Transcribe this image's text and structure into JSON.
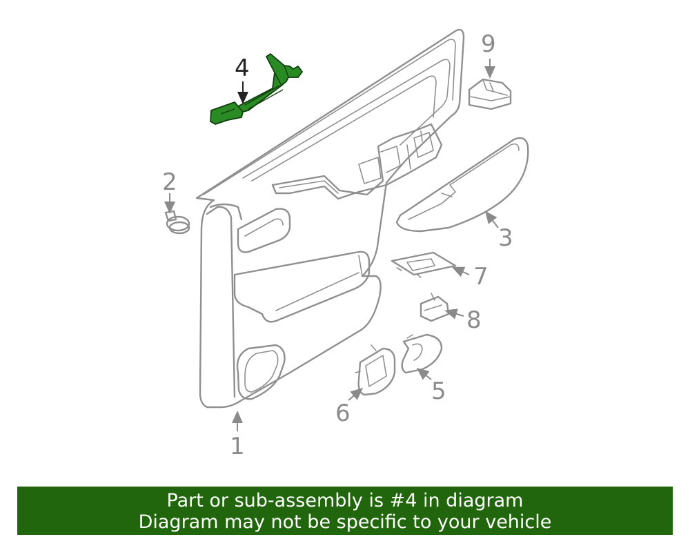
{
  "diagram": {
    "highlight_color": "#2a8a24",
    "callouts": [
      {
        "id": "1",
        "label": "1"
      },
      {
        "id": "2",
        "label": "2"
      },
      {
        "id": "3",
        "label": "3"
      },
      {
        "id": "4",
        "label": "4",
        "highlighted": true
      },
      {
        "id": "5",
        "label": "5"
      },
      {
        "id": "6",
        "label": "6"
      },
      {
        "id": "7",
        "label": "7"
      },
      {
        "id": "8",
        "label": "8"
      },
      {
        "id": "9",
        "label": "9"
      }
    ]
  },
  "banner": {
    "line1": "Part or sub-assembly is #4 in diagram",
    "line2": "Diagram may not be specific to your vehicle",
    "background": "#21660c"
  }
}
